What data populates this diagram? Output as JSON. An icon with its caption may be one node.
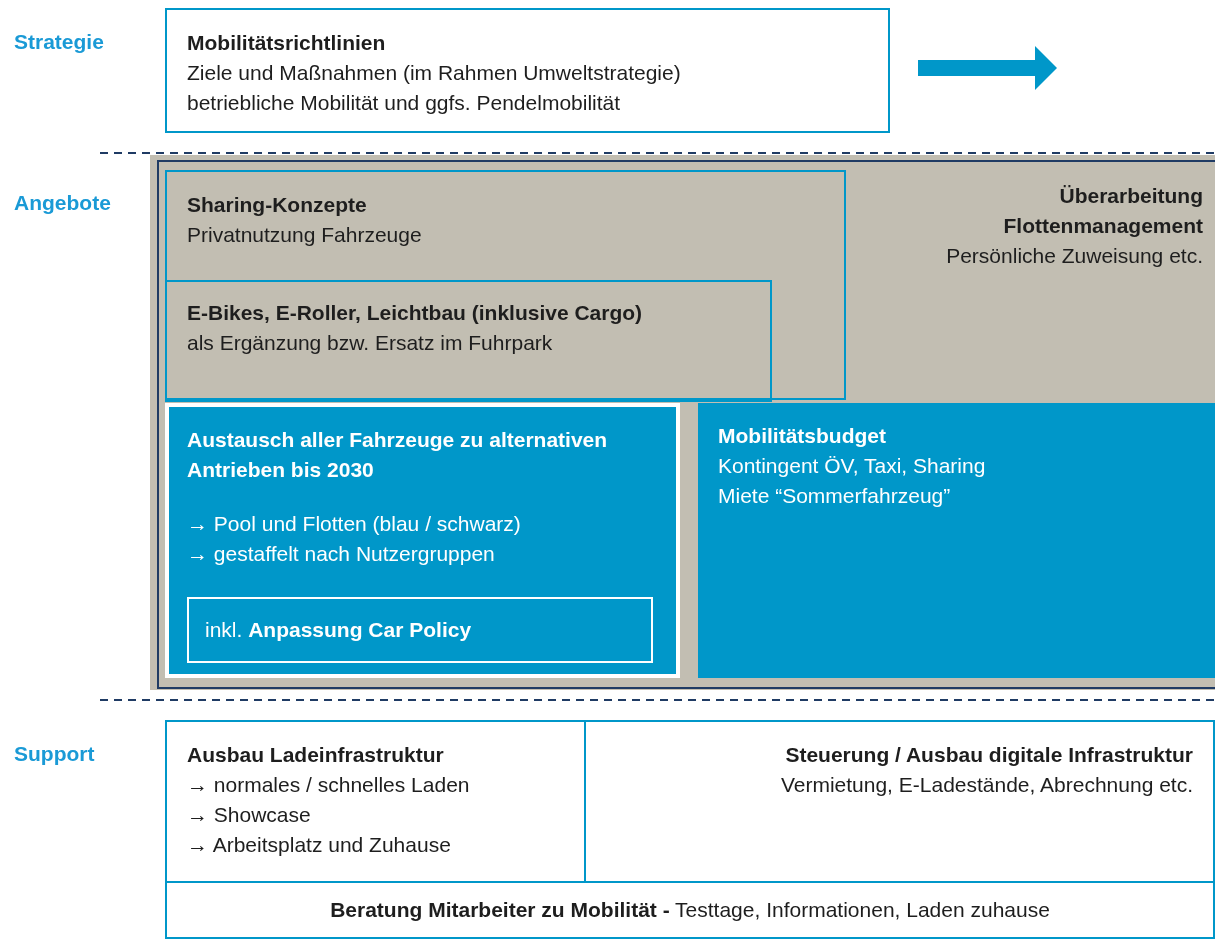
{
  "diagram": {
    "nodes": [
      {
        "text": [
          "Mobilitätsrichtlinien",
          "Ziele und Maßnahmen (im Rahmen Umweltstrategie)",
          "betriebliche Mobilität und ggfs. Pendelmobilität"
        ]
      },
      {
        "text": [
          "Überarbeitung Flottenmanagement",
          "Persönliche Zuweisung etc."
        ]
      },
      {
        "text": [
          "Sharing-Konzepte",
          "Privatnutzung Fahrzeuge"
        ],
        "in": 1
      },
      {
        "text": [
          "E-Bikes, E-Roller, Leichtbau (inklusive Cargo)",
          "als Ergänzung bzw. Ersatz im Fuhrpark"
        ],
        "in": 2
      },
      {
        "text": [
          "Austausch aller Fahrzeuge zu alternativen Antrieben bis 2030",
          "→ Pool und Flotten (blau / schwarz)",
          "→ gestaffelt nach Nutzergruppen"
        ],
        "in": 1
      },
      {
        "text": [
          "inkl. **Anpassung Car Policy**"
        ],
        "in": 4
      },
      {
        "text": [
          "Mobilitätsbudget",
          "Kontingent ÖV, Taxi, Sharing",
          "Miete “Sommerfahrzeug”"
        ],
        "in": 1
      },
      {
        "text": [
          "Ausbau Ladeinfrastruktur",
          "→ normales / schnelles Laden",
          "→ Showcase",
          "→ Arbeitsplatz und Zuhause"
        ]
      },
      {
        "text": [
          "Steuerung / Ausbau digitale Infrastruktur",
          "Vermietung, E-Ladestände, Abrechnung etc."
        ]
      },
      {
        "text": [
          "**Beratung Mitarbeiter zu Mobilität -** Testtage, Informationen, Laden zuhause"
        ]
      }
    ],
    "edges": [],
    "labels": [
      "Strategie",
      "Angebote",
      "Support"
    ]
  }
}
